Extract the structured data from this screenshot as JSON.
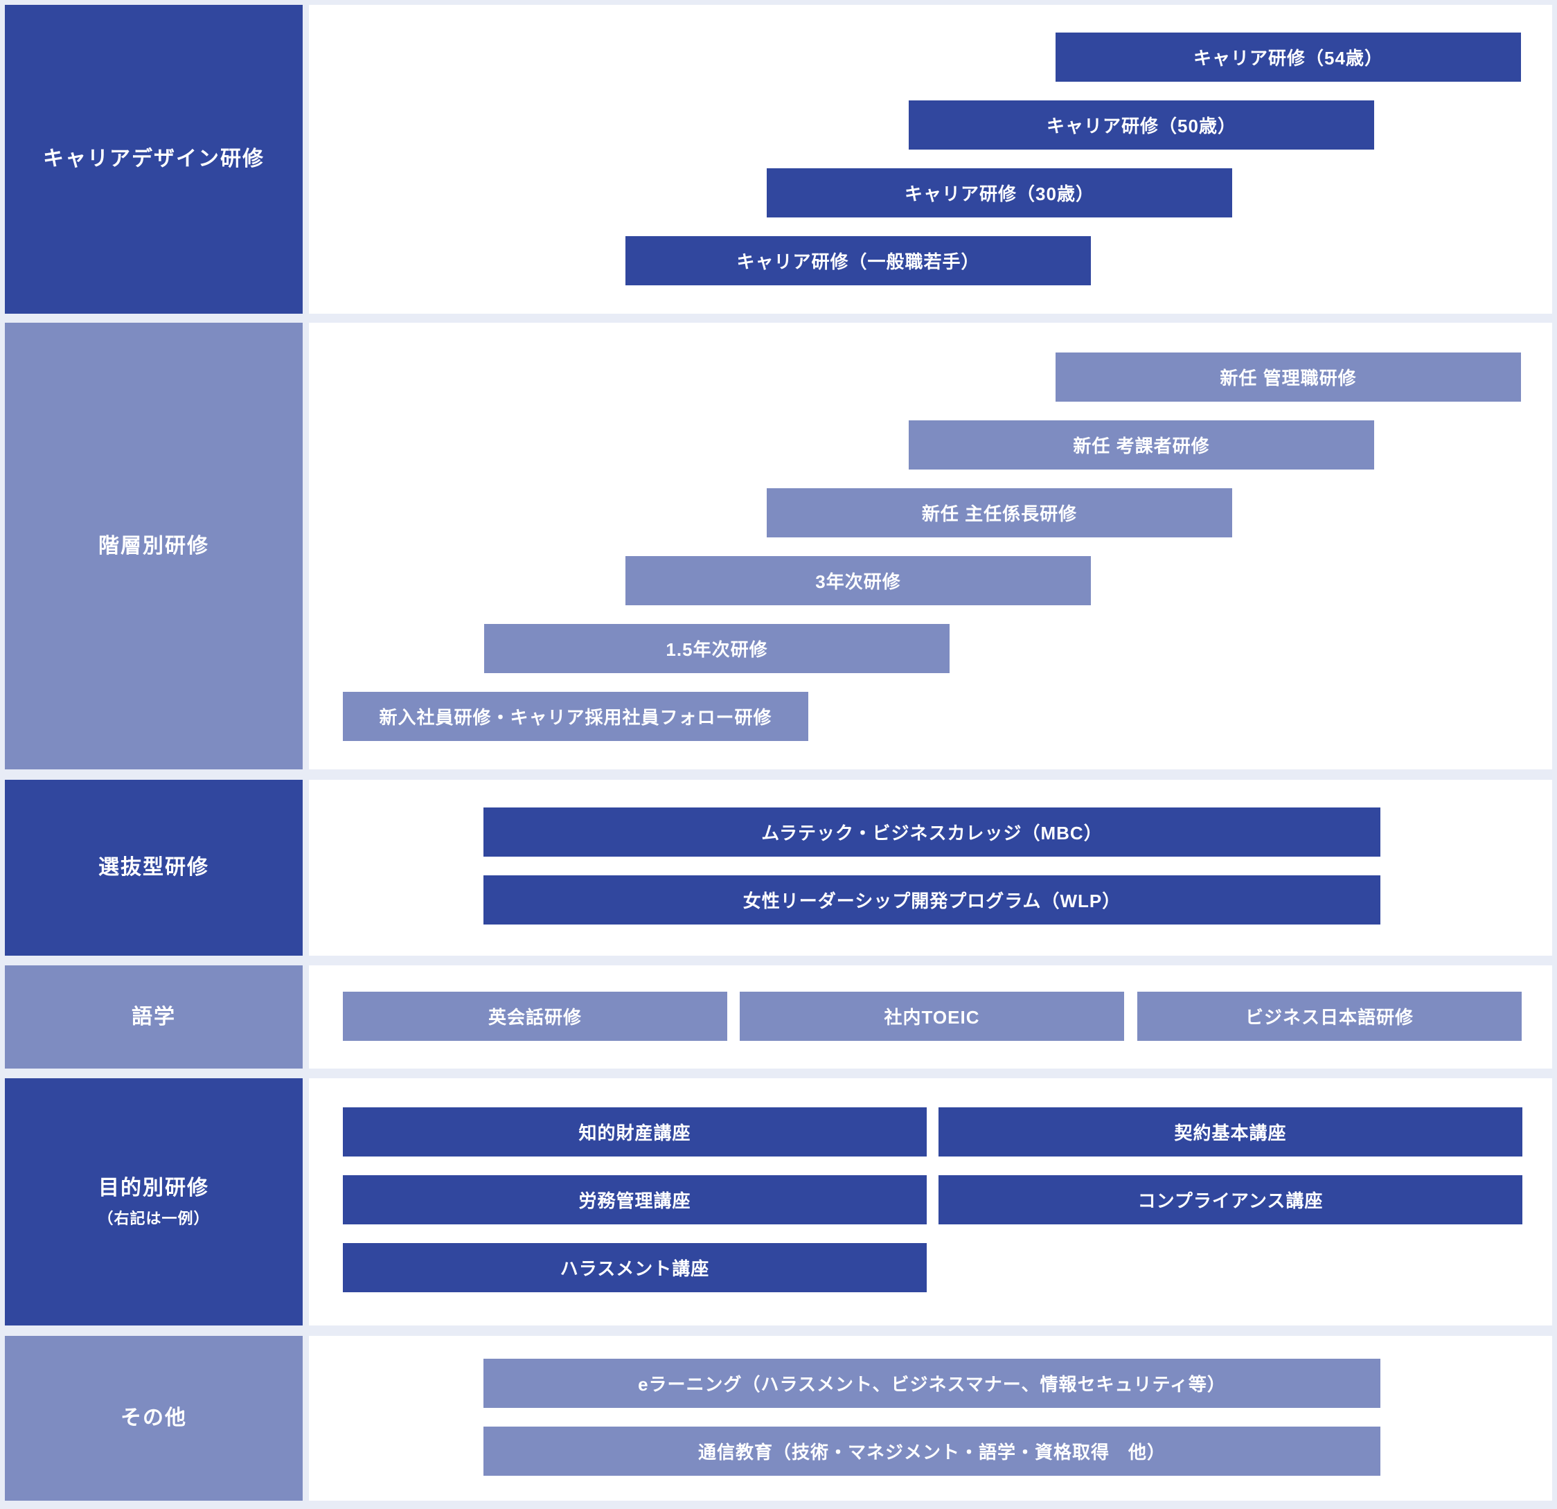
{
  "colors": {
    "dark": "#31479e",
    "light": "#7e8cc1",
    "bg": "#e8ecf6",
    "panel": "#ffffff",
    "text": "#ffffff"
  },
  "rows": [
    {
      "label": "キャリアデザイン研修",
      "tone": "dark",
      "bars": [
        {
          "label": "キャリア研修（54歳）"
        },
        {
          "label": "キャリア研修（50歳）"
        },
        {
          "label": "キャリア研修（30歳）"
        },
        {
          "label": "キャリア研修（一般職若手）"
        }
      ]
    },
    {
      "label": "階層別研修",
      "tone": "light",
      "bars": [
        {
          "label": "新任 管理職研修"
        },
        {
          "label": "新任 考課者研修"
        },
        {
          "label": "新任 主任係長研修"
        },
        {
          "label": "3年次研修"
        },
        {
          "label": "1.5年次研修"
        },
        {
          "label": "新入社員研修・キャリア採用社員フォロー研修"
        }
      ]
    },
    {
      "label": "選抜型研修",
      "tone": "dark",
      "bars": [
        {
          "label": "ムラテック・ビジネスカレッジ（MBC）"
        },
        {
          "label": "女性リーダーシップ開発プログラム（WLP）"
        }
      ]
    },
    {
      "label": "語学",
      "tone": "light",
      "bars": [
        {
          "label": "英会話研修"
        },
        {
          "label": "社内TOEIC"
        },
        {
          "label": "ビジネス日本語研修"
        }
      ]
    },
    {
      "label": "目的別研修",
      "sublabel": "（右記は一例）",
      "tone": "dark",
      "bars": [
        {
          "label": "知的財産講座"
        },
        {
          "label": "契約基本講座"
        },
        {
          "label": "労務管理講座"
        },
        {
          "label": "コンプライアンス講座"
        },
        {
          "label": "ハラスメント講座"
        }
      ]
    },
    {
      "label": "その他",
      "tone": "light",
      "bars": [
        {
          "label": "eラーニング（ハラスメント、ビジネスマナー、情報セキュリティ等）"
        },
        {
          "label": "通信教育（技術・マネジメント・語学・資格取得　他）"
        }
      ]
    }
  ]
}
